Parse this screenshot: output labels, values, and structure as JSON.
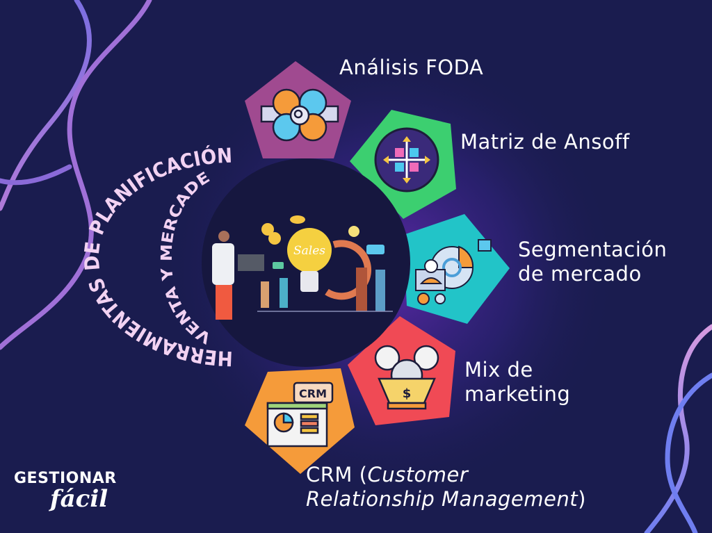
{
  "title": {
    "outer": "HERRAMIENTAS DE PLANIFICACIÓN",
    "inner": "VENTA Y MERCADEO"
  },
  "center_illustration": {
    "bulb_text": "Sales"
  },
  "tools": [
    {
      "label": "Análisis FODA",
      "color": "#a04a90",
      "icon": "swot-analysis-icon"
    },
    {
      "label": "Matriz de Ansoff",
      "color": "#3ccf70",
      "icon": "ansoff-matrix-icon"
    },
    {
      "label_line1": "Segmentación",
      "label_line2": "de mercado",
      "color": "#22c4c8",
      "icon": "market-segmentation-icon"
    },
    {
      "label_line1": "Mix de",
      "label_line2": "marketing",
      "color": "#f04a55",
      "icon": "marketing-mix-icon"
    },
    {
      "label_prefix": "CRM (",
      "label_italic1": "Customer",
      "label_italic2": "Relationship Management",
      "label_suffix": ")",
      "color": "#f59b3a",
      "icon": "crm-icon",
      "icon_text": "CRM"
    }
  ],
  "logo": {
    "line1": "GESTIONAR",
    "line2": "fácil"
  },
  "colors": {
    "background": "#1a1c4f",
    "circle": "#16173f",
    "title_text": "#f2d2f2",
    "glow": "#6a2bb8"
  }
}
